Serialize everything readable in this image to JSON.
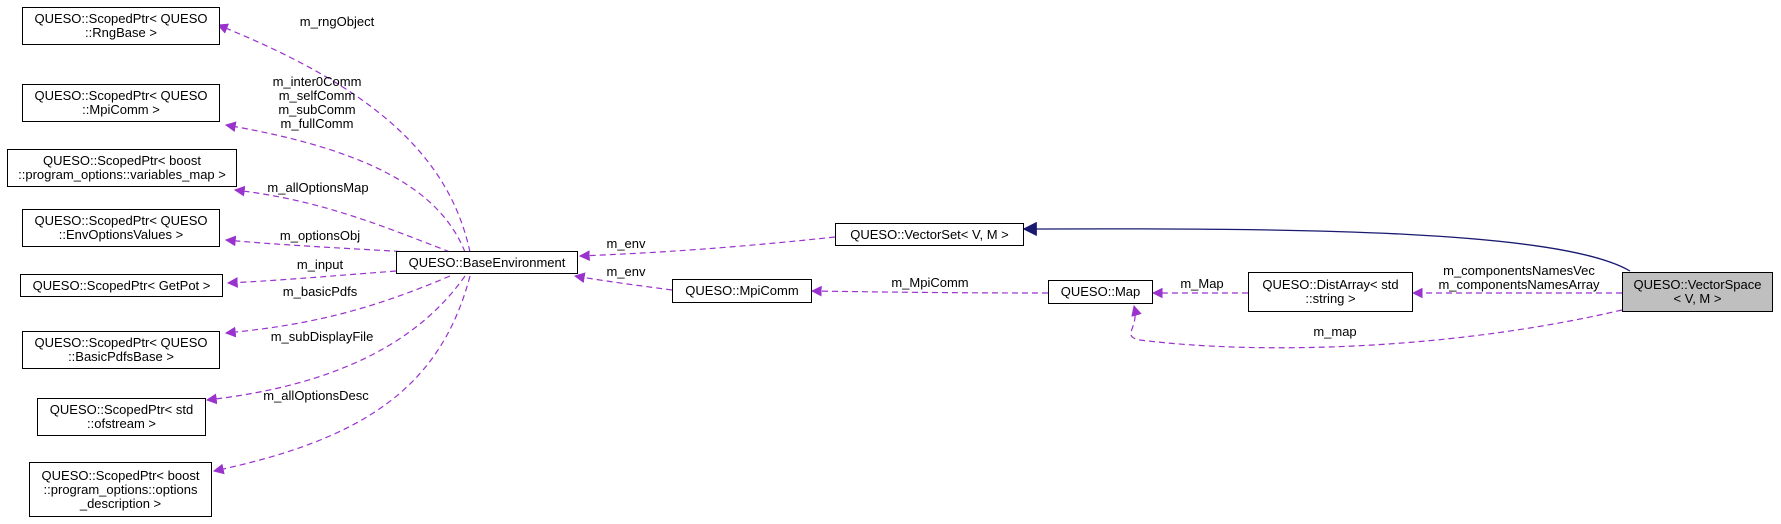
{
  "nodes": {
    "rng": [
      "QUESO::ScopedPtr< QUESO",
      "::RngBase >"
    ],
    "mpicomm_ptr": [
      "QUESO::ScopedPtr< QUESO",
      "::MpiComm >"
    ],
    "varmap": [
      "QUESO::ScopedPtr< boost",
      "::program_options::variables_map >"
    ],
    "envopts": [
      "QUESO::ScopedPtr< QUESO",
      "::EnvOptionsValues >"
    ],
    "getpot": [
      "QUESO::ScopedPtr< GetPot >"
    ],
    "basicpdfs": [
      "QUESO::ScopedPtr< QUESO",
      "::BasicPdfsBase >"
    ],
    "ofstream": [
      "QUESO::ScopedPtr< std",
      "::ofstream >"
    ],
    "optdesc": [
      "QUESO::ScopedPtr< boost",
      "::program_options::options",
      "_description >"
    ],
    "baseenv": [
      "QUESO::BaseEnvironment"
    ],
    "vectorset": [
      "QUESO::VectorSet< V, M >"
    ],
    "mpicomm": [
      "QUESO::MpiComm"
    ],
    "map": [
      "QUESO::Map"
    ],
    "distarray": [
      "QUESO::DistArray< std",
      "::string >"
    ],
    "vectorspace": [
      "QUESO::VectorSpace",
      "< V, M >"
    ]
  },
  "edges": {
    "rng": [
      "m_rngObject"
    ],
    "mpicomm_ptr": [
      "m_inter0Comm",
      "m_selfComm",
      "m_subComm",
      "m_fullComm"
    ],
    "varmap": [
      "m_allOptionsMap"
    ],
    "envopts": [
      "m_optionsObj"
    ],
    "getpot": [
      "m_input"
    ],
    "basicpdfs": [
      "m_basicPdfs"
    ],
    "ofstream": [
      "m_subDisplayFile"
    ],
    "optdesc": [
      "m_allOptionsDesc"
    ],
    "vectorset_env": [
      "m_env"
    ],
    "mpicomm_env": [
      "m_env"
    ],
    "map_mpicomm": [
      "m_MpiComm"
    ],
    "distarray_map": [
      "m_Map"
    ],
    "vectorspace_distarray": [
      "m_componentsNamesVec",
      "m_componentsNamesArray"
    ],
    "vectorspace_map": [
      "m_map"
    ]
  },
  "colors": {
    "usage_edge": "#9a32cd",
    "inheritance_edge": "#191970",
    "focus_fill": "#bfbfbf",
    "node_border": "#000000"
  }
}
